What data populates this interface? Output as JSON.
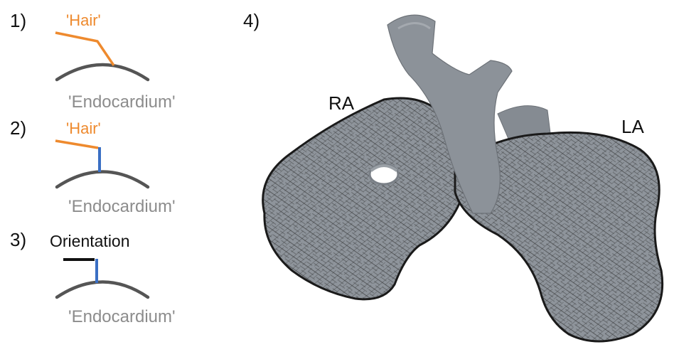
{
  "colors": {
    "hair": "#ee8a2e",
    "endocardium_line": "#555555",
    "endocardium_text": "#8c8c8c",
    "segment": "#3a6fc4",
    "orientation": "#111111",
    "tissue": "#8e949b",
    "fibers": "#1a1a1a"
  },
  "panels": [
    {
      "number": "1)",
      "hair_label": "'Hair'",
      "endocardium_label": "'Endocardium'"
    },
    {
      "number": "2)",
      "hair_label": "'Hair'",
      "endocardium_label": "'Endocardium'"
    },
    {
      "number": "3)",
      "orientation_label": "Orientation",
      "endocardium_label": "'Endocardium'"
    },
    {
      "number": "4)",
      "right_atrium_label": "RA",
      "left_atrium_label": "LA"
    }
  ],
  "icons": {
    "panel4": "atria-fiber-rendering"
  }
}
